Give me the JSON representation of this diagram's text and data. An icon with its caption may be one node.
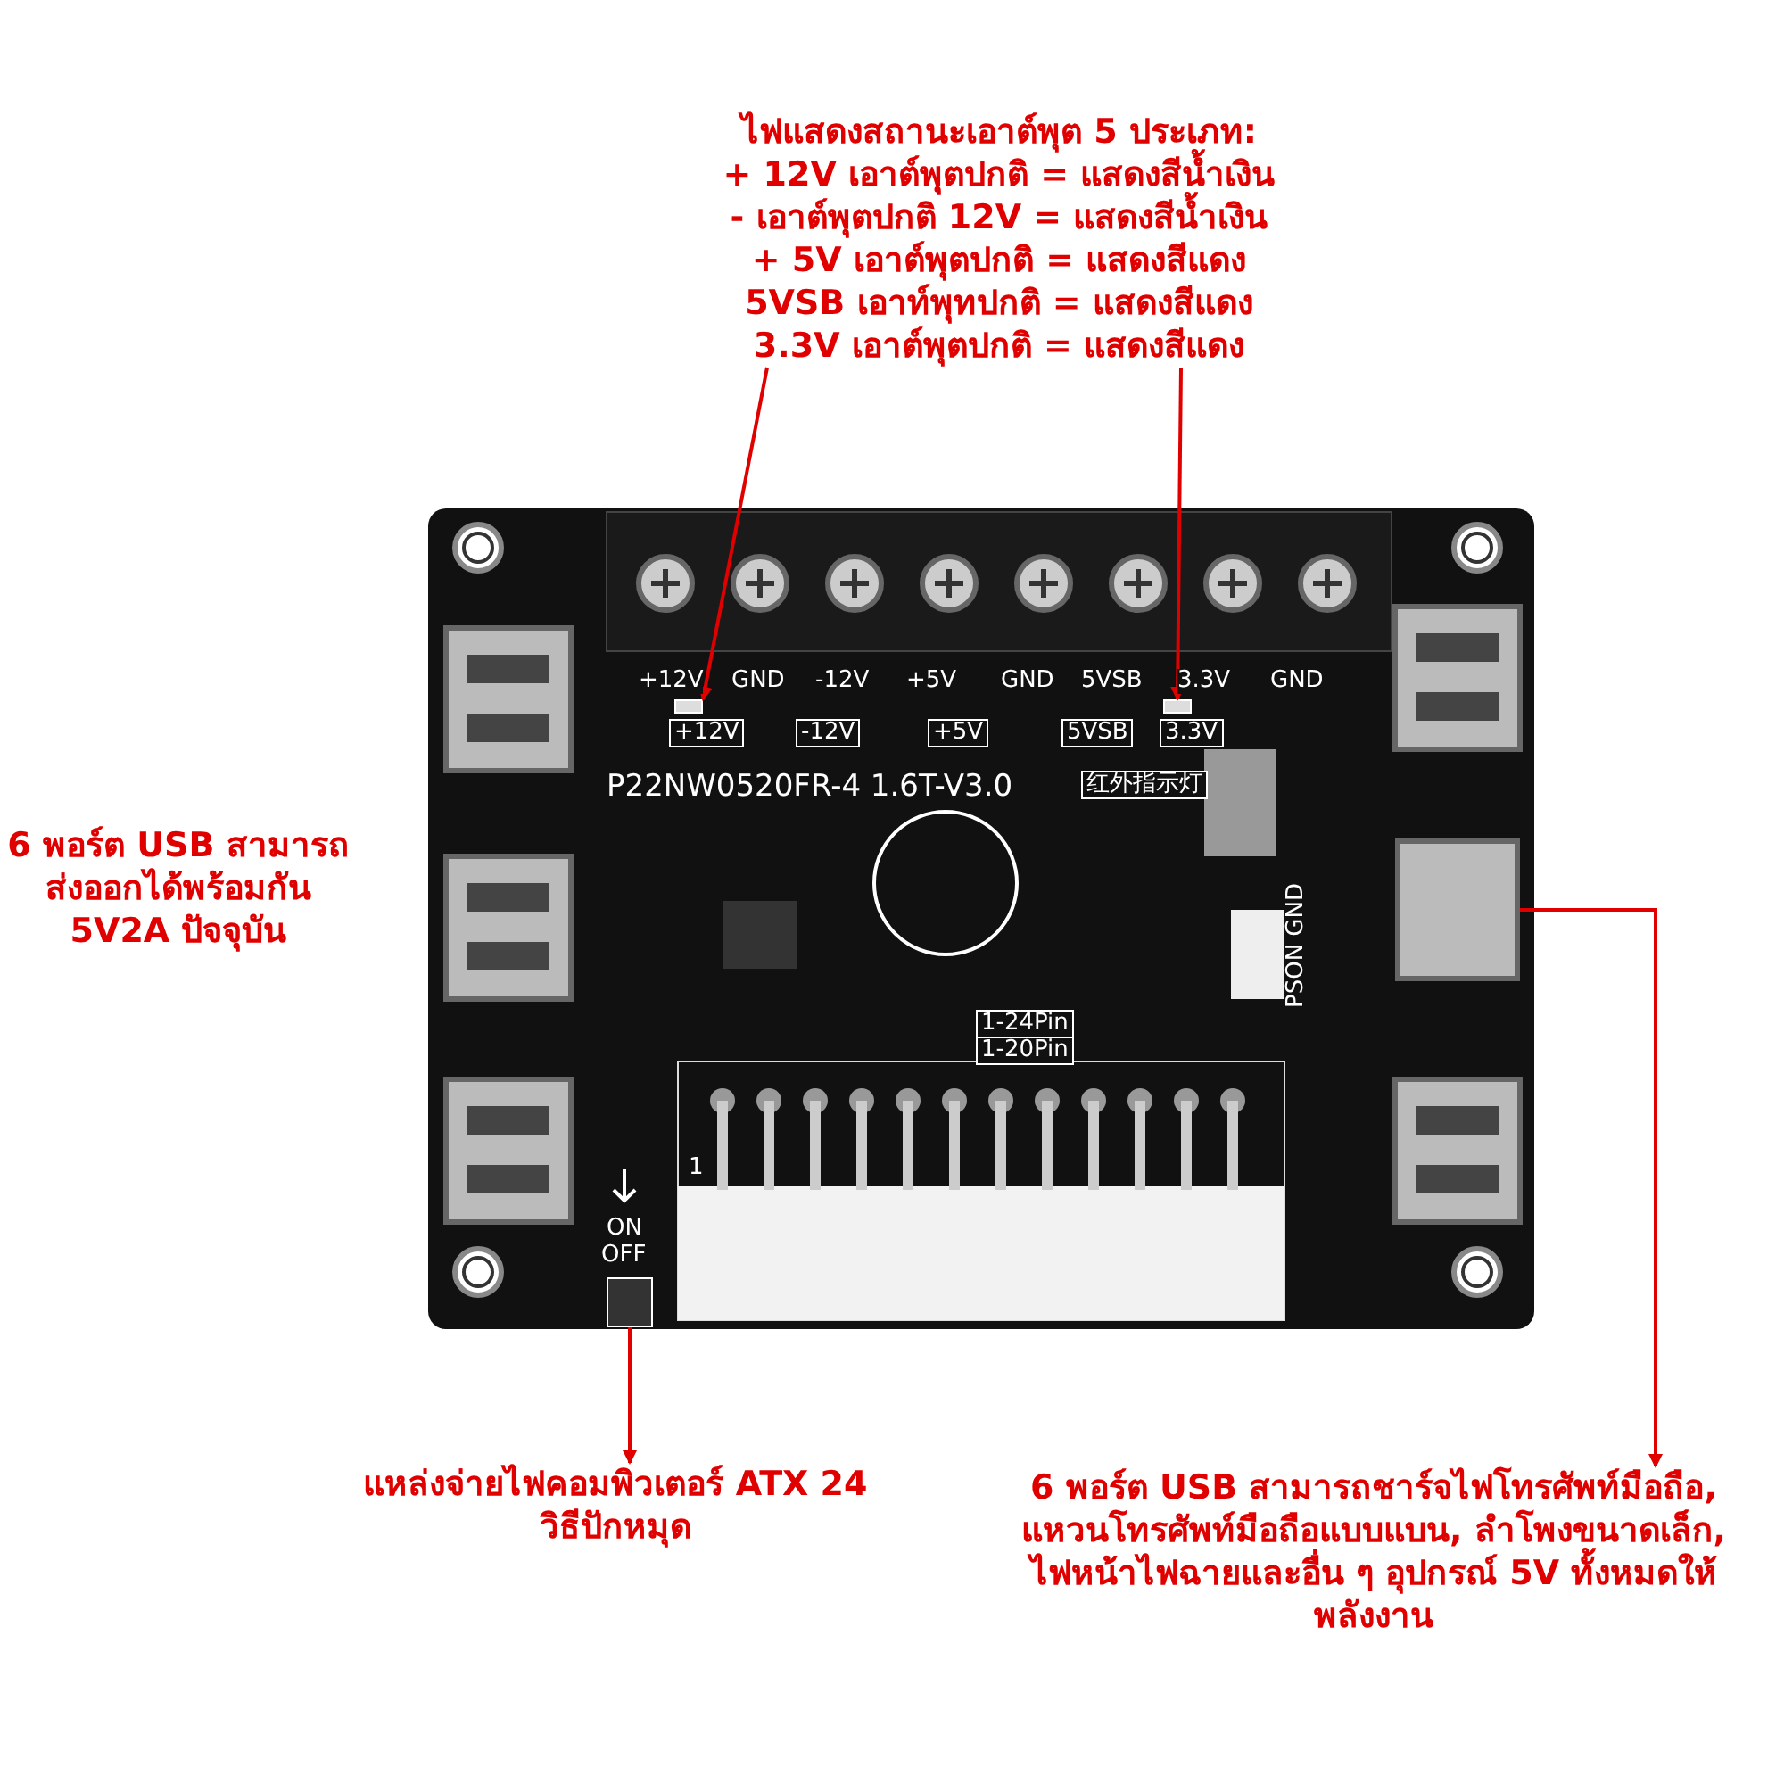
{
  "diagram": {
    "nodes": [
      {
        "text": [
          "ไฟแสดงสถานะเอาต์พุต 5 ประเภท:",
          "+ 12V เอาต์พุตปกติ = แสดงสีน้ำเงิน",
          "- เอาต์พุตปกติ 12V = แสดงสีน้ำเงิน",
          "+ 5V เอาต์พุตปกติ = แสดงสีแดง",
          "5VSB เอาท์พุทปกติ = แสดงสีแดง",
          "3.3V เอาต์พุตปกติ = แสดงสีแดง"
        ]
      },
      {
        "text": [],
        "shape": "box"
      },
      {
        "text": [],
        "shape": "box"
      },
      {
        "text": [
          "6 พอร์ต USB สามารถส่งออกได้พร้อมกัน 5V2A ปัจจุบัน"
        ]
      },
      {
        "text": [],
        "shape": "box"
      },
      {
        "text": [
          "แหล่งจ่ายไฟคอมพิวเตอร์ ATX 24 วิธีปักหมุด"
        ]
      },
      {
        "text": [],
        "shape": "box"
      },
      {
        "text": [
          "6 พอร์ต USB สามารถชาร์จไฟโทรศัพท์มือถือ, แหวนโทรศัพท์มือถือแบบแบน, ลำโพงขนาดเล็ก, ไฟหน้าไฟฉายและอื่น ๆ อุปกรณ์ 5V ทั้งหมดให้พลังงาน"
        ]
      }
    ],
    "edges": [
      {
        "from": 0,
        "to": 1,
        "arrow": "to"
      },
      {
        "from": 0,
        "to": 2,
        "arrow": "to"
      },
      {
        "from": 4,
        "to": 5,
        "arrow": "to"
      },
      {
        "from": 6,
        "to": 7,
        "arrow": "to"
      }
    ],
    "labels": [
      "+12V",
      "GND",
      "-12V",
      "+5V",
      "GND",
      "5VSB",
      "3.3V",
      "GND",
      "+12V",
      "-12V",
      "+5V",
      "5VSB",
      "3.3V",
      "P22NW0520FR-4 1.6T-V3.0",
      "红外指示灯",
      "PSON GND",
      "1-24Pin",
      "1-20Pin",
      "1",
      "ON",
      "OFF"
    ]
  }
}
